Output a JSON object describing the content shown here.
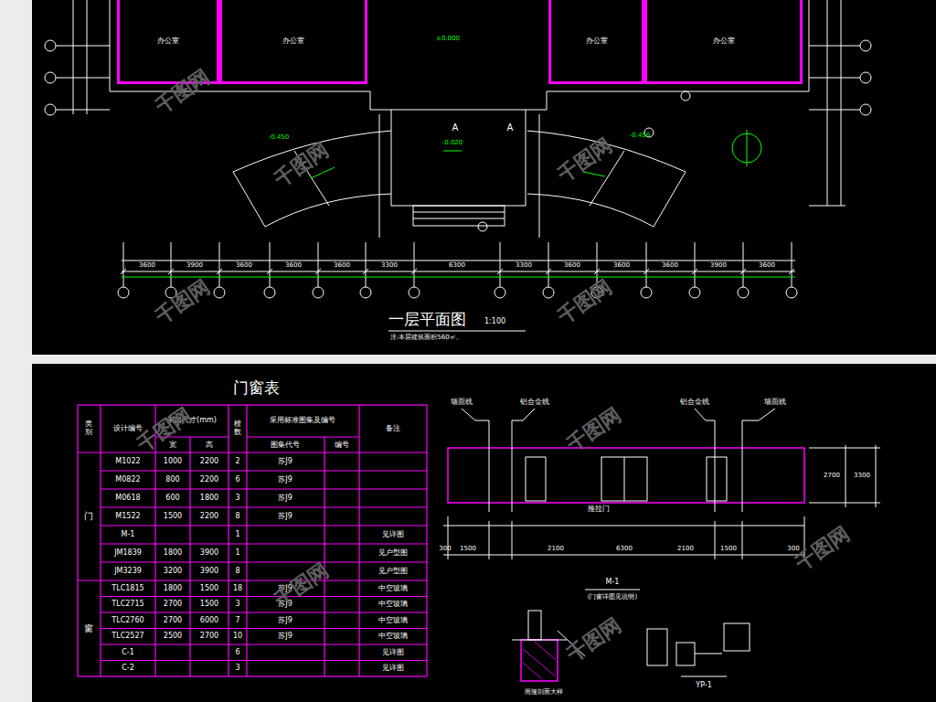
{
  "diagram": {
    "title": "一层平面图",
    "nodes": [
      {
        "text": [
          "办公室"
        ]
      },
      {
        "text": [
          "办公室"
        ]
      },
      {
        "text": [
          "办公室"
        ]
      },
      {
        "text": [
          "办公室"
        ]
      }
    ],
    "labels": [
      "1:100",
      "注:本层建筑面积560㎡。",
      "A",
      "A",
      "3600",
      "3900",
      "3600",
      "3600",
      "3600",
      "3300",
      "6300",
      "3300",
      "3600",
      "3600",
      "3600",
      "3900",
      "3600",
      "±0.000",
      "-0.020",
      "-0.450",
      "-0.450",
      "门窗表",
      "类别",
      "设计编号",
      "洞口尺寸(mm)",
      "宽",
      "高",
      "樘数",
      "采用标准图集及编号",
      "图集代号",
      "编号",
      "备注",
      "门",
      "窗",
      "M1022",
      "1000",
      "2200",
      "2",
      "苏J9",
      "M0822",
      "800",
      "2200",
      "6",
      "苏J9",
      "M0618",
      "600",
      "1800",
      "3",
      "苏J9",
      "M1522",
      "1500",
      "2200",
      "8",
      "苏J9",
      "M-1",
      "1",
      "见详图",
      "JM1839",
      "1800",
      "3900",
      "1",
      "见户型图",
      "JM3239",
      "3200",
      "3900",
      "8",
      "见户型图",
      "TLC1815",
      "1800",
      "1500",
      "18",
      "苏J9",
      "中空玻璃",
      "TLC2715",
      "2700",
      "1500",
      "3",
      "苏J9",
      "中空玻璃",
      "TLC2760",
      "2700",
      "6000",
      "7",
      "苏J9",
      "中空玻璃",
      "TLC2527",
      "2500",
      "2700",
      "10",
      "苏J9",
      "中空玻璃",
      "C-1",
      "6",
      "见详图",
      "C-2",
      "3",
      "见详图",
      "墙面线",
      "铝合金线",
      "铝合金线",
      "墙面线",
      "2700",
      "3300",
      "推拉门",
      "300",
      "1500",
      "2100",
      "6300",
      "2100",
      "1500",
      "300",
      "M-1",
      "(门窗详图见说明)",
      "雨篷剖面大样",
      "YP-1",
      "千图网",
      "千图网",
      "千图网",
      "千图网",
      "千图网",
      "千图网",
      "千图网",
      "千图网",
      "千图网",
      "千图网"
    ]
  }
}
